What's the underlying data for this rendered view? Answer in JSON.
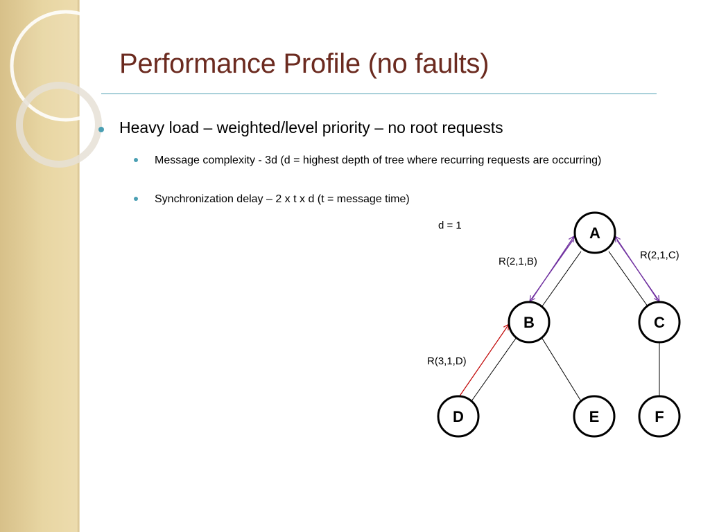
{
  "slide": {
    "title": "Performance Profile (no faults)",
    "bullets": [
      {
        "text": "Heavy load – weighted/level priority – no root requests",
        "sub": [
          "Message complexity - 3d (d = highest depth of tree where recurring requests are occurring)",
          "Synchronization delay – 2 x t x d (t = message time)"
        ]
      }
    ]
  },
  "diagram": {
    "depth_label": "d = 1",
    "nodes": [
      "A",
      "B",
      "C",
      "D",
      "E",
      "F"
    ],
    "requests": [
      "R(2,1,B)",
      "R(2,1,C)",
      "R(3,1,D)"
    ],
    "colors": {
      "purple_arrow": "#7030a0",
      "red_arrow": "#c00000",
      "title": "#6b2a1f",
      "accent": "#4a9fb3"
    }
  }
}
